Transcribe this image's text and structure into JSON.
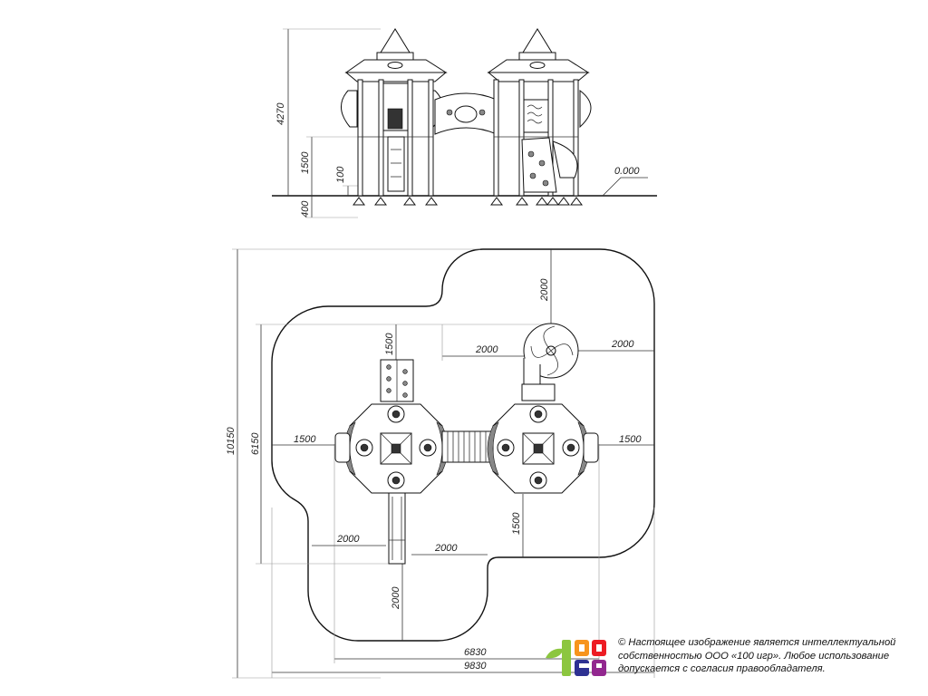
{
  "elevation": {
    "dims": {
      "total_height": "4270",
      "platform_height": "1500",
      "step_height": "100",
      "foundation_depth": "400",
      "ground_level": "0.000"
    }
  },
  "plan": {
    "dims": {
      "overall_depth": "10150",
      "equipment_depth": "6150",
      "overall_width": "9830",
      "equipment_width": "6830",
      "left_zone": "1500",
      "right_zone": "1500",
      "slide_top_zone": "2000",
      "slide_right_zone": "2000",
      "climber_top_zone": "1500",
      "top_offset": "2000",
      "bottom_slide_left": "2000",
      "bottom_slide_right": "2000",
      "bottom_zone": "2000",
      "right_tower_bottom": "1500"
    }
  },
  "copyright": {
    "line1": "© Настоящее изображение является интеллектуальной",
    "line2": "собственностью ООО «100 игр».  Любое использование",
    "line3": "допускается с согласия правообладателя."
  },
  "logo": {
    "letters": [
      "1",
      "O",
      "O",
      "G",
      "R"
    ],
    "colors": {
      "green": "#8cc63f",
      "orange": "#f7941d",
      "red": "#ed1c24",
      "blue": "#2e3192",
      "purple": "#92278f"
    }
  }
}
